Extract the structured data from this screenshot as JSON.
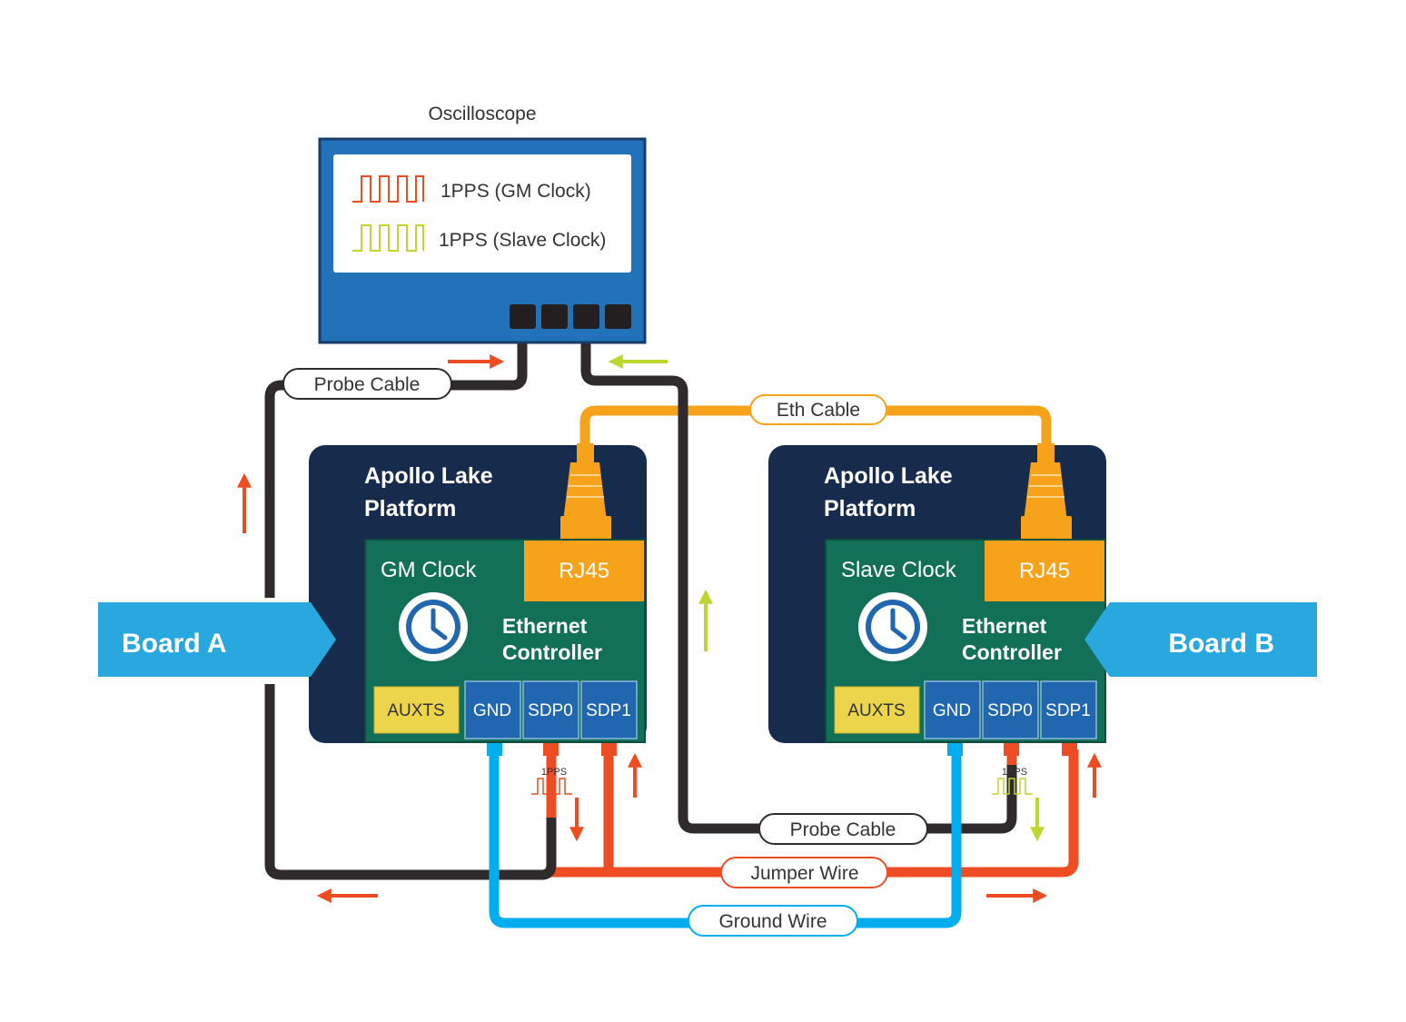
{
  "oscilloscope": {
    "title": "Oscilloscope",
    "trace_gm": "1PPS (GM Clock)",
    "trace_slave": "1PPS (Slave Clock)"
  },
  "boards": {
    "a": {
      "tag": "Board A",
      "platform_line1": "Apollo Lake",
      "platform_line2": "Platform",
      "clock_label": "GM Clock",
      "rj45": "RJ45",
      "controller_line1": "Ethernet",
      "controller_line2": "Controller",
      "pins": [
        "AUXTS",
        "GND",
        "SDP0",
        "SDP1"
      ],
      "pps": "1PPS"
    },
    "b": {
      "tag": "Board B",
      "platform_line1": "Apollo Lake",
      "platform_line2": "Platform",
      "clock_label": "Slave Clock",
      "rj45": "RJ45",
      "controller_line1": "Ethernet",
      "controller_line2": "Controller",
      "pins": [
        "AUXTS",
        "GND",
        "SDP0",
        "SDP1"
      ],
      "pps": "1PPS"
    }
  },
  "cables": {
    "probe_a": "Probe Cable",
    "probe_b": "Probe Cable",
    "eth": "Eth Cable",
    "jumper": "Jumper Wire",
    "ground": "Ground Wire"
  },
  "colors": {
    "scope_blue": "#2272b9",
    "platform_navy": "#172b4d",
    "controller_green": "#137058",
    "port_blue": "#2167b0",
    "rj45_orange": "#f7a21b",
    "auxts_yellow": "#ecd44b",
    "board_tag_blue": "#29a8e0",
    "gm_red": "#ee4c23",
    "slave_green": "#bed630",
    "ground_cyan": "#00adef",
    "probe_black": "#2f2a2b"
  }
}
